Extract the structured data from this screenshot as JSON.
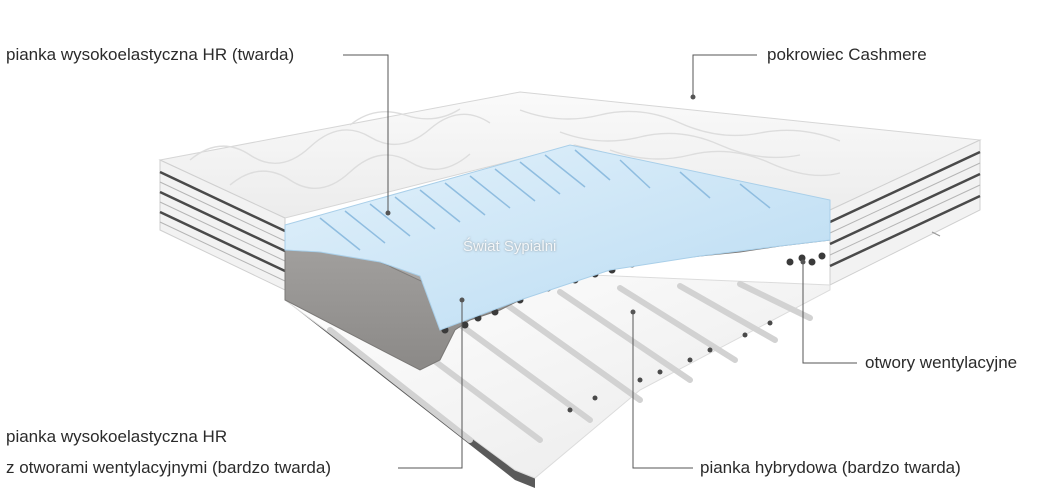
{
  "labels": {
    "top_left": "pianka wysokoelastyczna HR (twarda)",
    "top_right": "pokrowiec Cashmere",
    "mid_right": "otwory wentylacyjne",
    "bottom_left_line1": "pianka wysokoelastyczna HR",
    "bottom_left_line2": "z otworami wentylacyjnymi (bardzo twarda)",
    "bottom_right": "pianka hybrydowa (bardzo twarda)"
  },
  "watermark": "Świat Sypialni",
  "colors": {
    "cover": "#f4f4f4",
    "cover_quilt": "#dedede",
    "edge_band": "#4a4a4a",
    "blue_foam": "#cfe6f7",
    "blue_foam_dark": "#9cc6e6",
    "grey_foam": "#9a9896",
    "grey_foam_dark": "#7d7b79",
    "white_foam": "#f7f7f7",
    "leader_line": "#555555"
  }
}
